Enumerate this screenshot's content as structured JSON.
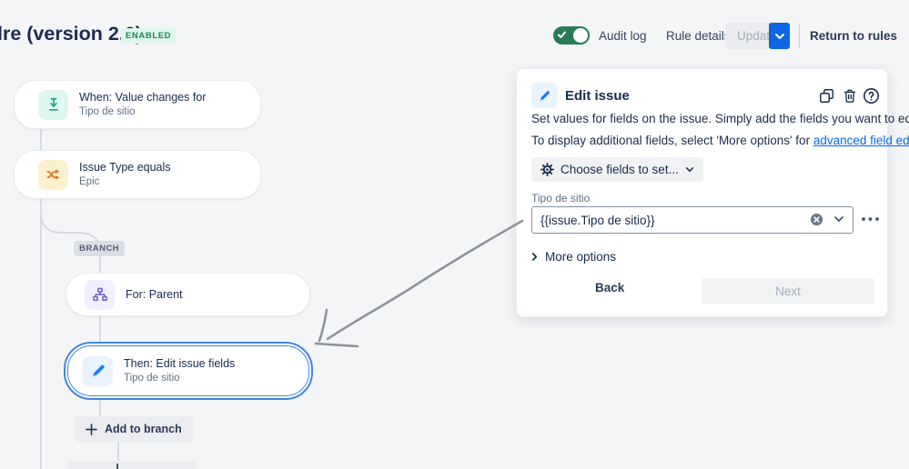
{
  "header": {
    "title": "lre (version 2.0)",
    "status_badge": "ENABLED",
    "audit_log": "Audit log",
    "rule_details": "Rule details",
    "update_label": "Update",
    "return_to_rules": "Return to rules"
  },
  "workflow": {
    "trigger": {
      "title": "When: Value changes for",
      "subtitle": "Tipo de sitio"
    },
    "condition": {
      "title": "Issue Type equals",
      "subtitle": "Epic"
    },
    "branch_label": "BRANCH",
    "for_node": {
      "title": "For: Parent"
    },
    "then_node": {
      "title": "Then: Edit issue fields",
      "subtitle": "Tipo de sitio"
    },
    "add_to_branch": "Add to branch"
  },
  "panel": {
    "title": "Edit issue",
    "description1": "Set values for fields on the issue. Simply add the fields you want to edit.",
    "description2_prefix": "To display additional fields, select 'More options' for ",
    "description2_link": "advanced field editing",
    "description2_suffix": ".",
    "choose_fields_button": "Choose fields to set...",
    "field_label": "Tipo de sitio",
    "field_value": "{{issue.Tipo de sitio}}",
    "more_options": "More options",
    "back_button": "Back",
    "next_button": "Next"
  },
  "icons": {
    "trigger": "value-changed-icon",
    "condition": "shuffle-icon",
    "for_node": "hierarchy-icon",
    "then_node": "pencil-icon",
    "panel_tools": [
      "copy-icon",
      "trash-icon",
      "help-icon"
    ]
  },
  "colors": {
    "canvas_bg": "#F4F5F7",
    "accent_blue": "#0C66E4",
    "toggle_green": "#2B7A57",
    "enabled_badge_green": "#1F845A",
    "selected_node_border": "#4285E4",
    "trigger_teal": "#1E9F8B",
    "condition_orange": "#E8701A",
    "branch_purple": "#6E5DC6",
    "link_blue": "#0C66E4",
    "annotation_gray": "#8F949C"
  }
}
